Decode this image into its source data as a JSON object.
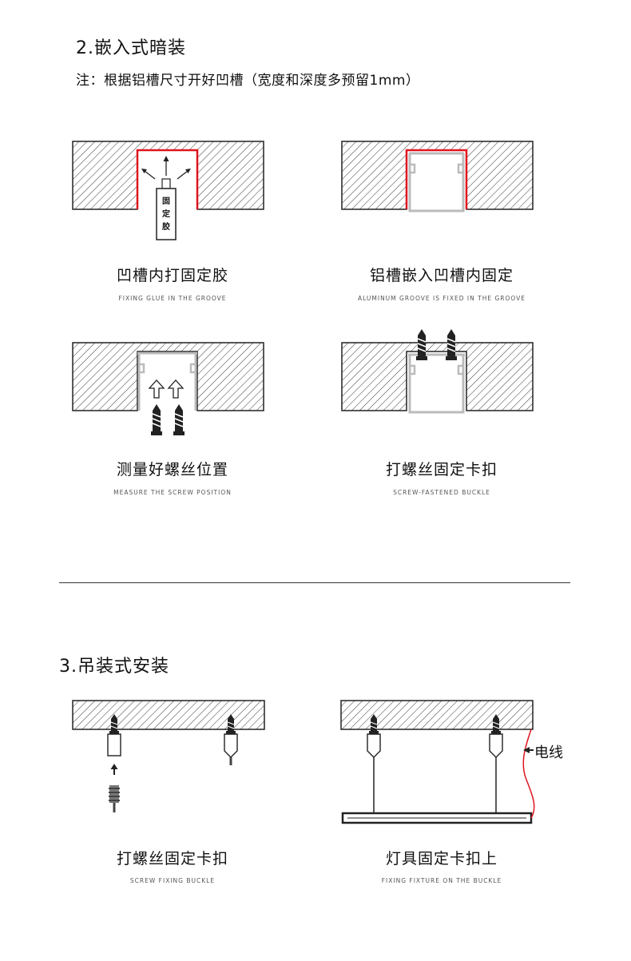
{
  "section2": {
    "title": "2.嵌入式暗装",
    "note": "注：根据铝槽尺寸开好凹槽（宽度和深度多预留1mm）",
    "steps": [
      {
        "cap": "凹槽内打固定胶",
        "sub": "FIXING GLUE IN THE GROOVE",
        "tube_text": [
          "固",
          "定",
          "胶"
        ]
      },
      {
        "cap": "铝槽嵌入凹槽内固定",
        "sub": "ALUMINUM GROOVE IS FIXED IN THE GROOVE"
      },
      {
        "cap": "测量好螺丝位置",
        "sub": "MEASURE THE SCREW POSITION"
      },
      {
        "cap": "打螺丝固定卡扣",
        "sub": "SCREW-FASTENED BUCKLE"
      }
    ]
  },
  "section3": {
    "title": "3.吊装式安装",
    "steps": [
      {
        "cap": "打螺丝固定卡扣",
        "sub": "SCREW FIXING BUCKLE"
      },
      {
        "cap": "灯具固定卡扣上",
        "sub": "FIXING FIXTURE ON THE BUCKLE",
        "wire_label": "电线"
      }
    ]
  },
  "colors": {
    "accent": "#e0141e",
    "line": "#222222",
    "profile": "#bbbbbb"
  }
}
